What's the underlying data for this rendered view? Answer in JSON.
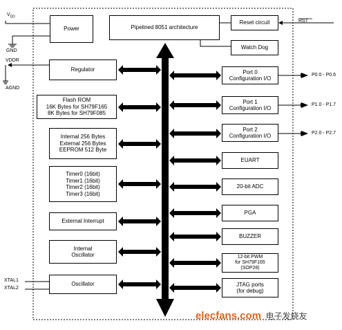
{
  "blocks": {
    "power": "Power",
    "cpu": "Pipelined 8051 architecture",
    "reset": "Reset circuit",
    "watchdog": "Watch Dog",
    "regulator": "Regulator",
    "flash": "Flash ROM\n16K Bytes for SH79F165\n8K Bytes for SH79F085",
    "ram": "Internal 256 Bytes\nExternal 256 Bytes\nEEPROM 512 Byte",
    "timers": "Timer0 (16bit)\nTimer1 (16bit)\nTimer2 (16bit)\nTimer3 (16bit)",
    "ext_int": "External Interrupt",
    "int_osc": "Internal\nOscillator",
    "osc": "Oscillator",
    "port0": "Port 0\nConfiguration I/O",
    "port1": "Port 1\nConfiguration I/O",
    "port2": "Port 2\nConfiguration I/O",
    "euart": "EUART",
    "adc": "20-bit ADC",
    "pga": "PGA",
    "buzzer": "BUZZER",
    "pwm": "12-bit PWM\nfor SH79F165\n(SOP28)",
    "jtag": "JTAG ports\n(for debug)"
  },
  "pins": {
    "vdd": "V",
    "vdd_sub": "DD",
    "gnd": "GND",
    "vddr": "VDDR",
    "agnd": "AGND",
    "rst": "RST",
    "p0": "P0.0 - P0.6",
    "p1": "P1.0 - P1.7",
    "p2": "P2.0 - P2.7",
    "xtal1": "XTAL1",
    "xtal2": "XTAL2"
  },
  "watermark": {
    "site": "elecfans.com",
    "cn": "电子发烧友"
  }
}
